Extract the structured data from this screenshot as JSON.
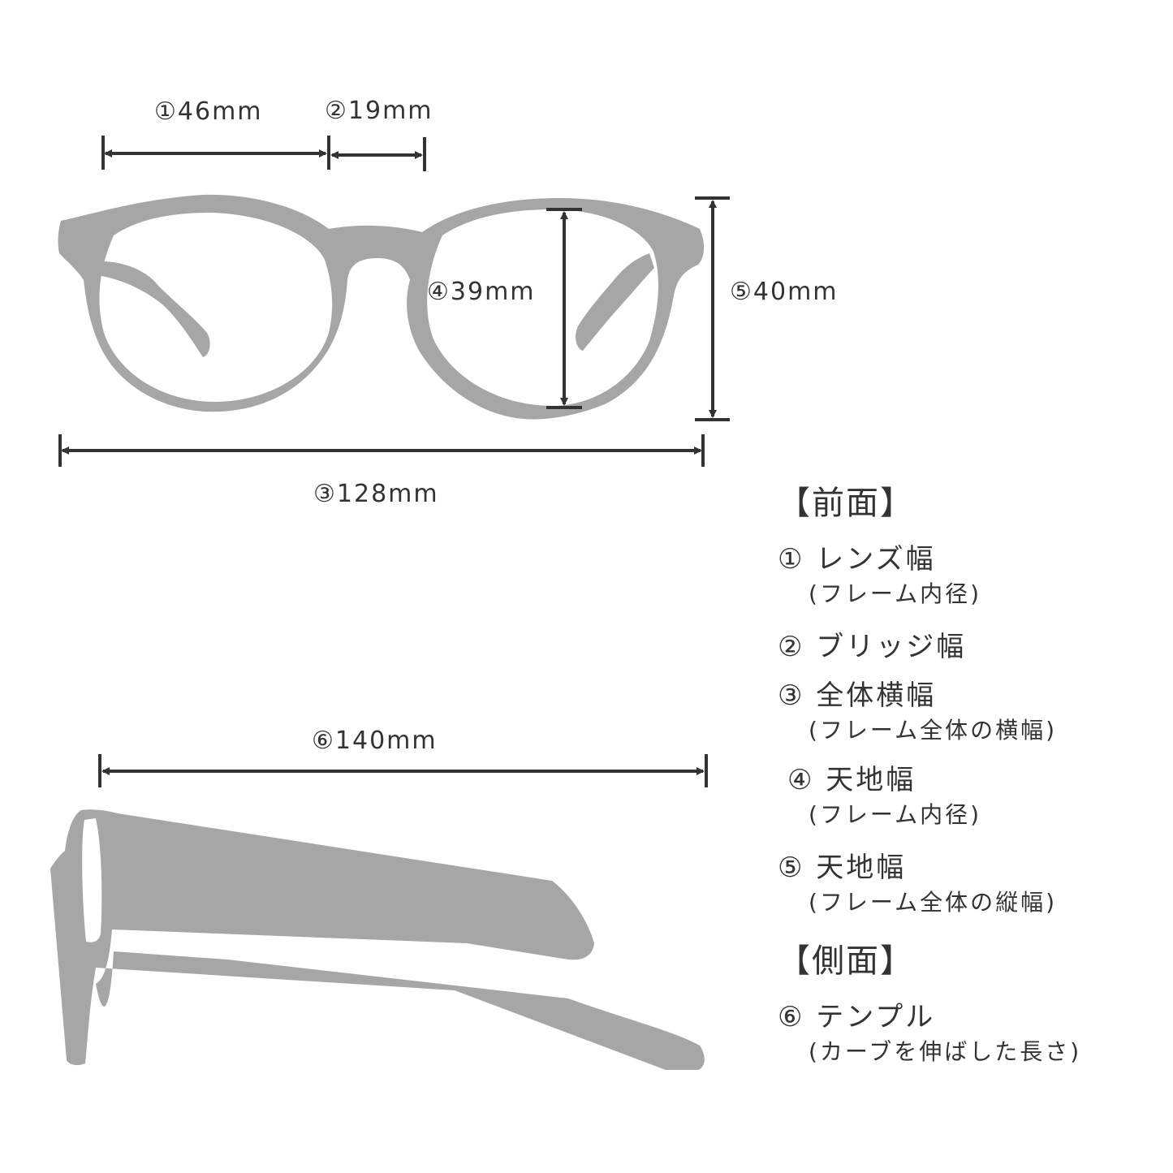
{
  "dimensions": {
    "lens_width": "①46mm",
    "bridge_width": "②19mm",
    "total_width": "③128mm",
    "lens_height": "④39mm",
    "frame_height": "⑤40mm",
    "temple_length": "⑥140mm"
  },
  "legend": {
    "front_heading": "【前面】",
    "item1": "① レンズ幅",
    "item1_sub": "(フレーム内径)",
    "item2": "② ブリッジ幅",
    "item3": "③ 全体横幅",
    "item3_sub": "(フレーム全体の横幅)",
    "item4": "④ 天地幅",
    "item4_sub": "(フレーム内径)",
    "item5": "⑤ 天地幅",
    "item5_sub": "(フレーム全体の縦幅)",
    "side_heading": "【側面】",
    "item6": "⑥ テンプル",
    "item6_sub": "(カーブを伸ばした長さ)"
  },
  "colors": {
    "frame": "#a6a6a6",
    "line": "#333333",
    "background": "#ffffff"
  }
}
